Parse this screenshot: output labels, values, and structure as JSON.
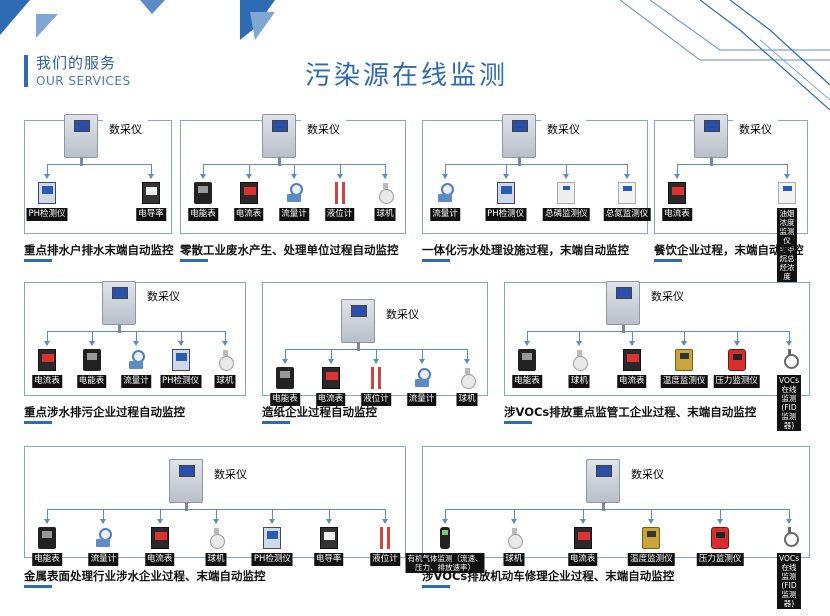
{
  "header": {
    "cn": "我们的服务",
    "en": "OUR SERVICES"
  },
  "title": "污染源在线监测",
  "hub_label": "数采仪",
  "panels": [
    {
      "caption": "重点排水户排水末端自动监控",
      "devices": [
        {
          "label": "PH检测仪",
          "icon": "ph-meter-icon"
        },
        {
          "label": "电导率",
          "icon": "conductivity-meter-icon"
        }
      ]
    },
    {
      "caption": "零散工业废水产生、处理单位过程自动监控",
      "devices": [
        {
          "label": "电能表",
          "icon": "energy-meter-icon"
        },
        {
          "label": "电流表",
          "icon": "ammeter-icon"
        },
        {
          "label": "流量计",
          "icon": "flow-meter-icon"
        },
        {
          "label": "液位计",
          "icon": "level-gauge-icon"
        },
        {
          "label": "球机",
          "icon": "dome-camera-icon"
        }
      ]
    },
    {
      "caption": "一体化污水处理设施过程，末端自动监控",
      "devices": [
        {
          "label": "流量计",
          "icon": "flow-meter-icon"
        },
        {
          "label": "PH检测仪",
          "icon": "ph-meter-icon"
        },
        {
          "label": "总磷监测仪",
          "icon": "phosphorus-analyzer-icon"
        },
        {
          "label": "总氮监测仪",
          "icon": "nitrogen-analyzer-icon"
        }
      ]
    },
    {
      "caption": "餐饮企业过程，末端自动监控",
      "devices": [
        {
          "label": "电流表",
          "icon": "ammeter-icon"
        },
        {
          "label": "油烟浓度监测仪\n非甲烷总烃浓度",
          "icon": "fume-monitor-icon"
        }
      ]
    },
    {
      "caption": "重点涉水排污企业过程自动监控",
      "devices": [
        {
          "label": "电流表",
          "icon": "ammeter-icon"
        },
        {
          "label": "电能表",
          "icon": "energy-meter-icon"
        },
        {
          "label": "流量计",
          "icon": "flow-meter-icon"
        },
        {
          "label": "PH检测仪",
          "icon": "ph-meter-icon"
        },
        {
          "label": "球机",
          "icon": "dome-camera-icon"
        }
      ]
    },
    {
      "caption": "造纸企业过程自动监控",
      "devices": [
        {
          "label": "电能表",
          "icon": "energy-meter-icon"
        },
        {
          "label": "电流表",
          "icon": "ammeter-icon"
        },
        {
          "label": "液位计",
          "icon": "level-gauge-icon"
        },
        {
          "label": "流量计",
          "icon": "flow-meter-icon"
        },
        {
          "label": "球机",
          "icon": "dome-camera-icon"
        }
      ]
    },
    {
      "caption": "涉VOCs排放重点监管工企业过程、末端自动监控",
      "devices": [
        {
          "label": "电能表",
          "icon": "energy-meter-icon"
        },
        {
          "label": "球机",
          "icon": "dome-camera-icon"
        },
        {
          "label": "电流表",
          "icon": "ammeter-icon"
        },
        {
          "label": "温度监测仪",
          "icon": "temperature-monitor-icon"
        },
        {
          "label": "压力监测仪",
          "icon": "pressure-monitor-icon"
        },
        {
          "label": "VOCs在线监测\n(FID监测器)",
          "icon": "vocs-fid-monitor-icon"
        }
      ]
    },
    {
      "caption": "金属表面处理行业涉水企业过程、末端自动监控",
      "devices": [
        {
          "label": "电能表",
          "icon": "energy-meter-icon"
        },
        {
          "label": "流量计",
          "icon": "flow-meter-icon"
        },
        {
          "label": "电流表",
          "icon": "ammeter-icon"
        },
        {
          "label": "球机",
          "icon": "dome-camera-icon"
        },
        {
          "label": "PH检测仪",
          "icon": "ph-meter-icon"
        },
        {
          "label": "电导率",
          "icon": "conductivity-meter-icon"
        },
        {
          "label": "液位计",
          "icon": "level-gauge-icon"
        }
      ]
    },
    {
      "caption": "涉VOCs排放机动车修理企业过程、末端自动监控",
      "devices": [
        {
          "label": "有机气体监测（流速、\n压力、排放速率）",
          "icon": "organic-gas-monitor-icon"
        },
        {
          "label": "球机",
          "icon": "dome-camera-icon"
        },
        {
          "label": "电流表",
          "icon": "ammeter-icon"
        },
        {
          "label": "温度监测仪",
          "icon": "temperature-monitor-icon"
        },
        {
          "label": "压力监测仪",
          "icon": "pressure-monitor-icon"
        },
        {
          "label": "VOCs在线监测\n(FID监测器)",
          "icon": "vocs-fid-monitor-icon"
        }
      ]
    }
  ]
}
